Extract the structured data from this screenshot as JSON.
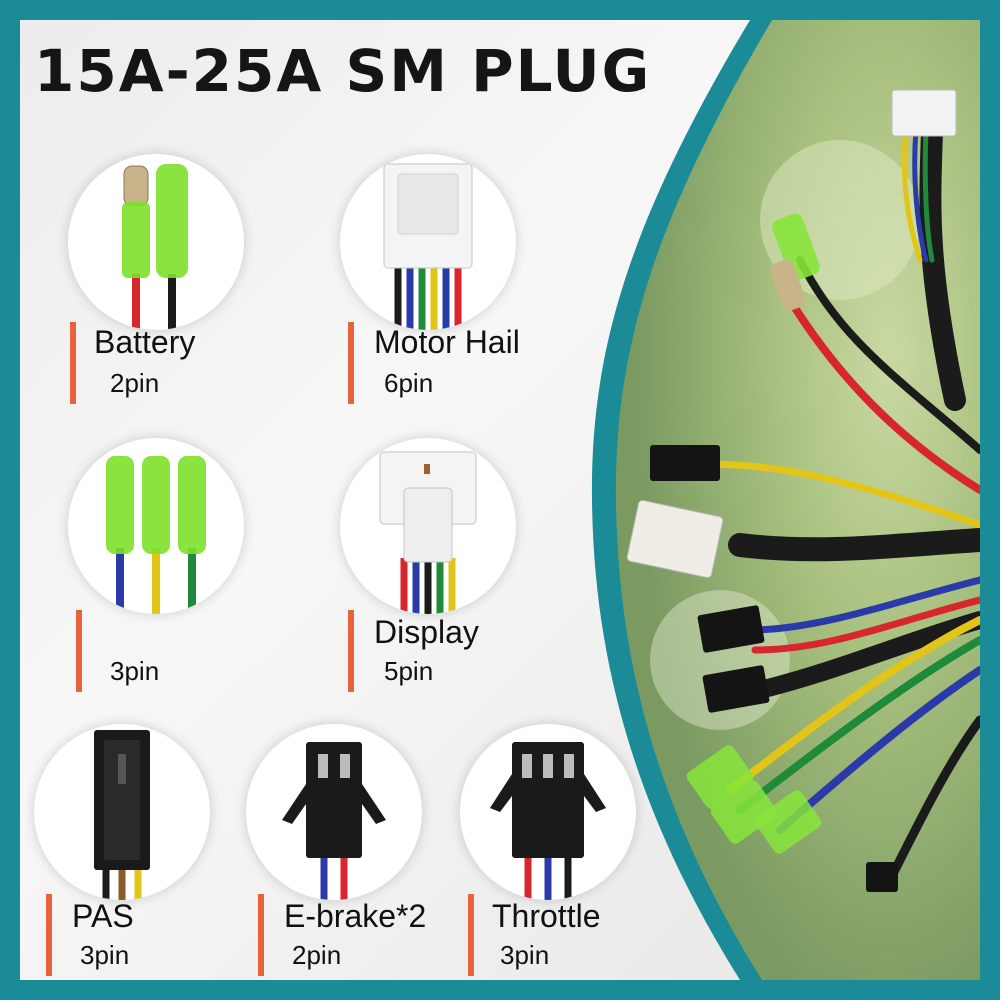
{
  "title": "15A-25A SM PLUG",
  "connectors": [
    {
      "id": "battery",
      "name": "Battery",
      "pins": "2pin"
    },
    {
      "id": "motor-hall",
      "name": "Motor Hail",
      "pins": "6pin"
    },
    {
      "id": "motor-phase",
      "name": "",
      "pins": "3pin"
    },
    {
      "id": "display",
      "name": "Display",
      "pins": "5pin"
    },
    {
      "id": "pas",
      "name": "PAS",
      "pins": "3pin"
    },
    {
      "id": "e-brake",
      "name": "E-brake*2",
      "pins": "2pin"
    },
    {
      "id": "throttle",
      "name": "Throttle",
      "pins": "3pin"
    }
  ],
  "colors": {
    "frame": "#1a8b97",
    "accent_bar": "#e8623c",
    "green_sleeve": "#7de02a",
    "wire_red": "#d8262e",
    "wire_black": "#1b1b1b",
    "wire_yellow": "#e3c51a",
    "wire_green": "#1f8a3a",
    "wire_blue": "#2a3aa8"
  },
  "icons": [
    "bullet-connector-icon",
    "jst-connector-icon",
    "sm-connector-icon",
    "wire-harness-photo"
  ]
}
